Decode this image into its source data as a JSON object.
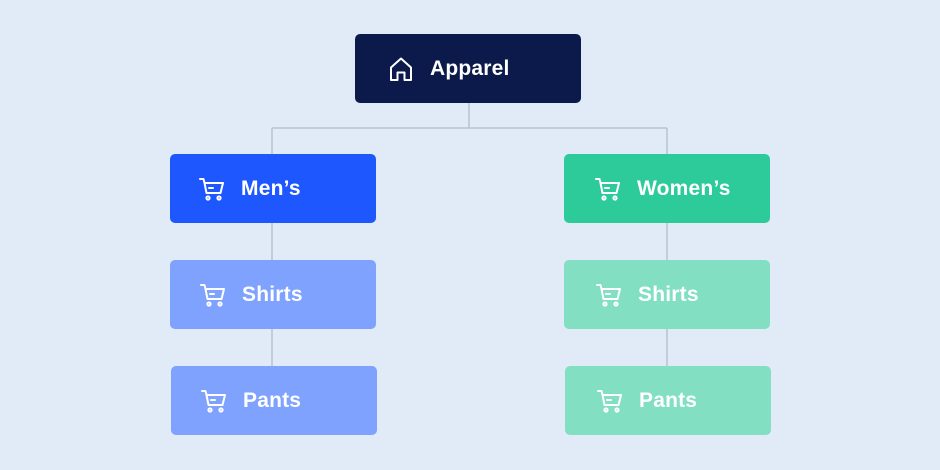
{
  "colors": {
    "background": "#e0ebf7",
    "connector": "#b7c3cf",
    "root": "#0b1a4a",
    "mens": "#1f57ff",
    "mens_light": "#7ea2fd",
    "womens": "#2ccb99",
    "womens_light": "#82dfc2",
    "text": "#ffffff"
  },
  "tree": {
    "root": {
      "label": "Apparel",
      "icon": "home-icon"
    },
    "mens": {
      "label": "Men’s",
      "icon": "cart-icon",
      "children": [
        {
          "label": "Shirts",
          "icon": "cart-icon"
        },
        {
          "label": "Pants",
          "icon": "cart-icon"
        }
      ]
    },
    "womens": {
      "label": "Women’s",
      "icon": "cart-icon",
      "children": [
        {
          "label": "Shirts",
          "icon": "cart-icon"
        },
        {
          "label": "Pants",
          "icon": "cart-icon"
        }
      ]
    }
  }
}
